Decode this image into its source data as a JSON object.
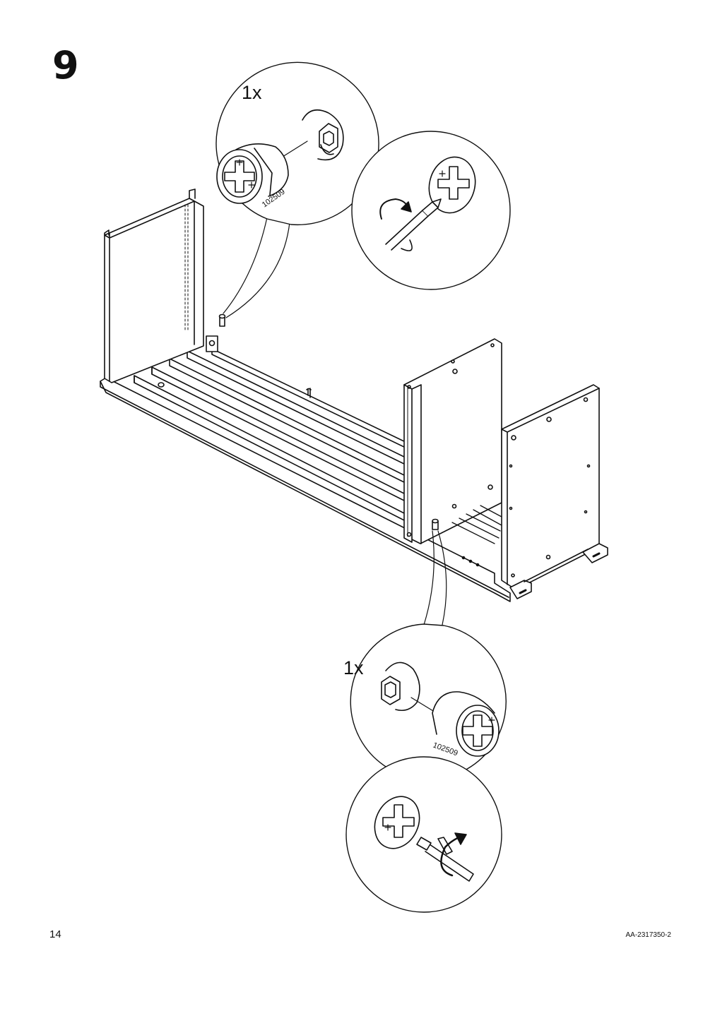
{
  "step": {
    "number": "9"
  },
  "callouts": {
    "top": {
      "quantity": "1x",
      "part_number": "102509"
    },
    "bottom": {
      "quantity": "1x",
      "part_number": "102509"
    }
  },
  "footer": {
    "page_number": "14",
    "document_code": "AA-2317350-2"
  },
  "icons": [
    "cam-lock-fitting-icon",
    "cam-lock-hole-icon",
    "screwdriver-icon",
    "rotate-clockwise-arrow-icon"
  ]
}
